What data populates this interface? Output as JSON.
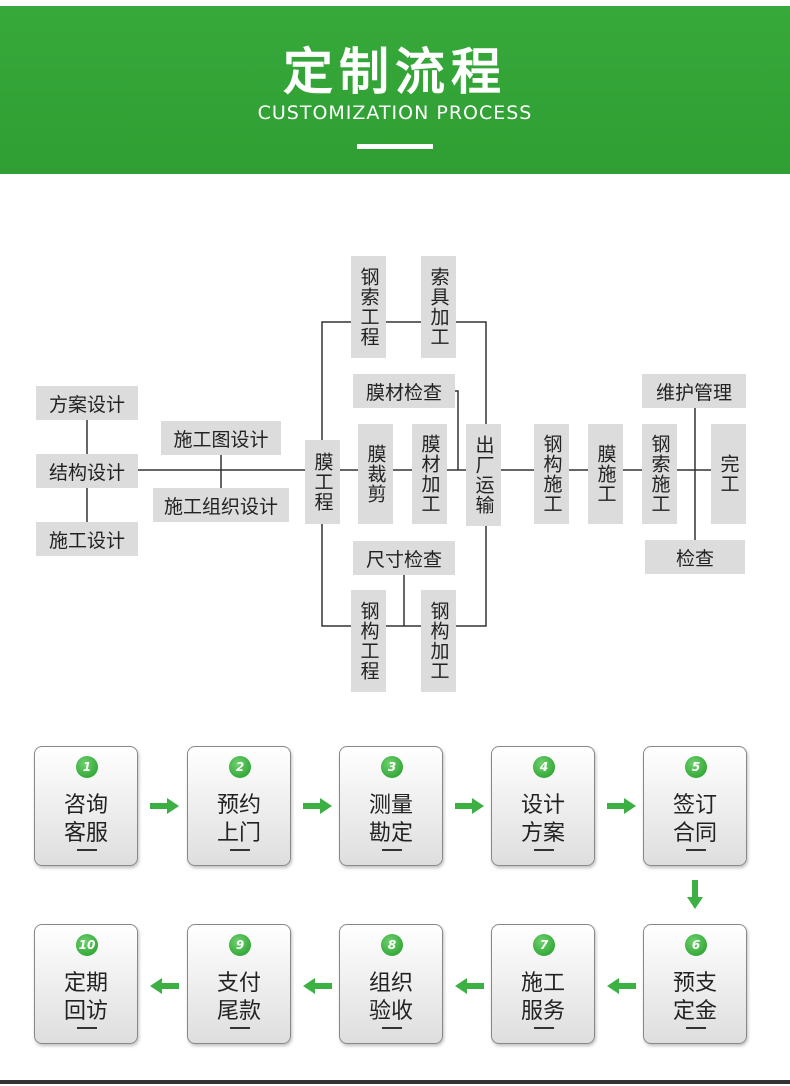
{
  "header": {
    "title": "定制流程",
    "subtitle": "CUSTOMIZATION PROCESS"
  },
  "flow": {
    "design": [
      "方案设计",
      "结构设计",
      "施工设计"
    ],
    "drawing": "施工图设计",
    "organization": "施工组织设计",
    "membrane_engineering": "膜工程",
    "steel_cable_engineering": "钢索工程",
    "cable_fitting_processing": "索具加工",
    "membrane_material_check": "膜材检查",
    "membrane_cutting": "膜裁剪",
    "membrane_processing": "膜材加工",
    "shipping": "出厂运输",
    "size_check": "尺寸检查",
    "steel_structure_engineering": "钢构工程",
    "steel_processing": "钢构加工",
    "steel_construction": "钢构施工",
    "membrane_construction": "膜施工",
    "cable_construction": "钢索施工",
    "maintenance": "维护管理",
    "inspection": "检查",
    "complete": "完工"
  },
  "steps": [
    {
      "num": "1",
      "line1": "咨询",
      "line2": "客服"
    },
    {
      "num": "2",
      "line1": "预约",
      "line2": "上门"
    },
    {
      "num": "3",
      "line1": "测量",
      "line2": "勘定"
    },
    {
      "num": "4",
      "line1": "设计",
      "line2": "方案"
    },
    {
      "num": "5",
      "line1": "签订",
      "line2": "合同"
    },
    {
      "num": "6",
      "line1": "预支",
      "line2": "定金"
    },
    {
      "num": "7",
      "line1": "施工",
      "line2": "服务"
    },
    {
      "num": "8",
      "line1": "组织",
      "line2": "验收"
    },
    {
      "num": "9",
      "line1": "支付",
      "line2": "尾款"
    },
    {
      "num": "10",
      "line1": "定期",
      "line2": "回访"
    }
  ],
  "colors": {
    "brand_green": "#33a436",
    "box_gray": "#dcdcdc",
    "arrow_green": "#3cb043"
  }
}
